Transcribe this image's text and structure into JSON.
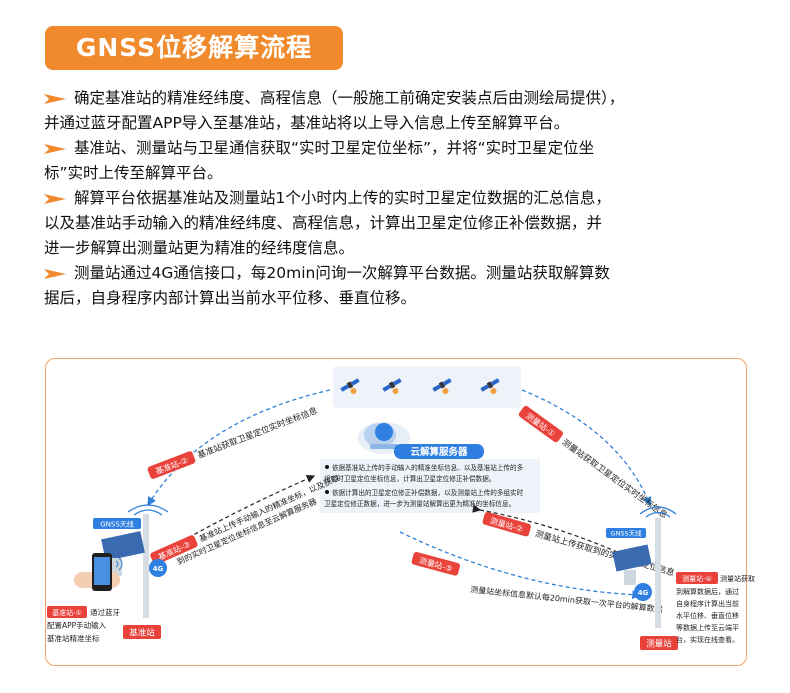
{
  "title": "GNSS位移解算流程",
  "paragraphs": [
    [
      "确定基准站的精准经纬度、高程信息（一般施工前确定安装点后由测绘局提供），",
      "并通过蓝牙配置APP导入至基准站，基准站将以上导入信息上传至解算平台。"
    ],
    [
      "基准站、测量站与卫星通信获取“实时卫星定位坐标”，并将“实时卫星定位坐",
      "标”实时上传至解算平台。"
    ],
    [
      "解算平台依据基准站及测量站1个小时内上传的实时卫星定位数据的汇总信息，",
      "以及基准站手动输入的精准经纬度、高程信息，计算出卫星定位修正补偿数据，并",
      "进一步解算出测量站更为精准的经纬度信息。"
    ],
    [
      "测量站通过4G通信接口，每20min问询一次解算平台数据。测量站获取解算数",
      "据后，自身程序内部计算出当前水平位移、垂直位移。"
    ]
  ],
  "cloud": {
    "title": "云解算服务器",
    "bullet1": [
      "依据基准站上传的手动输入的精准坐标信息、以及基准站上传的多",
      "组实时卫星定位坐标信息，计算出卫星定位修正补偿数据。"
    ],
    "bullet2": [
      "依据计算出的卫星定位修正补偿数据，以及测量站上传的多组实时",
      "卫星定位修正数据，进一步为测量站解算出更为精准的坐标信息。"
    ]
  },
  "base_station": {
    "name": "基准站",
    "tag": "GNSS天线",
    "signal": "4G",
    "step1_tag": "基准站-①",
    "step1_text": [
      "通过蓝牙",
      "配置APP手动输入",
      "基准站精准坐标"
    ],
    "step2_tag": "基准站-②",
    "step2_text": "基准站获取卫星定位实时坐标信息",
    "step3_tag": "基准站-③",
    "step3_text": [
      "基准站上传手动输入的精准坐标，以及获取",
      "到的实时卫星定位坐标信息至云解算服务器"
    ]
  },
  "measure_station": {
    "name": "测量站",
    "tag": "GNSS天线",
    "signal": "4G",
    "step1_tag": "测量站-①",
    "step1_text": "测量站获取卫星定位实时坐标信息",
    "step2_tag": "测量站-②",
    "step2_text": "测量站上传获取到的实时卫星定位信息",
    "step3_tag": "测量站-③",
    "step3_text": "测量站坐标信息默认每20min获取一次平台的解算数据",
    "step4_tag": "测量站-④",
    "step4_text": [
      "测量站获取",
      "到解算数据后，通过",
      "自身程序计算出当前",
      "水平位移、垂直位移",
      "等数据上传至云端平",
      "台，实现在线查看。"
    ]
  }
}
